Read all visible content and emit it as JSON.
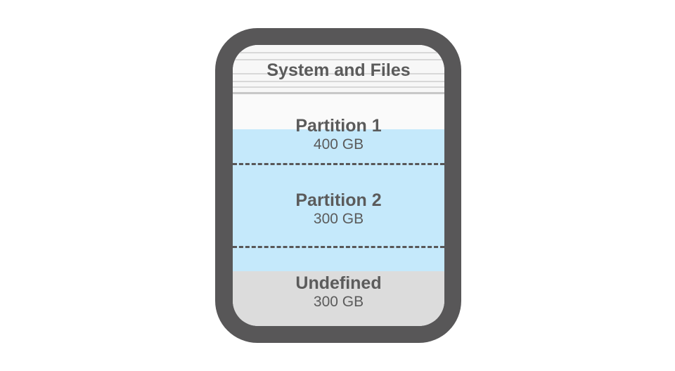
{
  "diagram": {
    "colors": {
      "frame": "#585758",
      "system": "#f7f7f7",
      "partition": "#c5e9fb",
      "undefined": "#dcdcdc",
      "text": "#5b5b5b"
    },
    "system": {
      "label": "System and Files"
    },
    "partitions": [
      {
        "label": "Partition 1",
        "size": "400 GB"
      },
      {
        "label": "Partition 2",
        "size": "300 GB"
      }
    ],
    "undefined": {
      "label": "Undefined",
      "size": "300 GB"
    }
  }
}
